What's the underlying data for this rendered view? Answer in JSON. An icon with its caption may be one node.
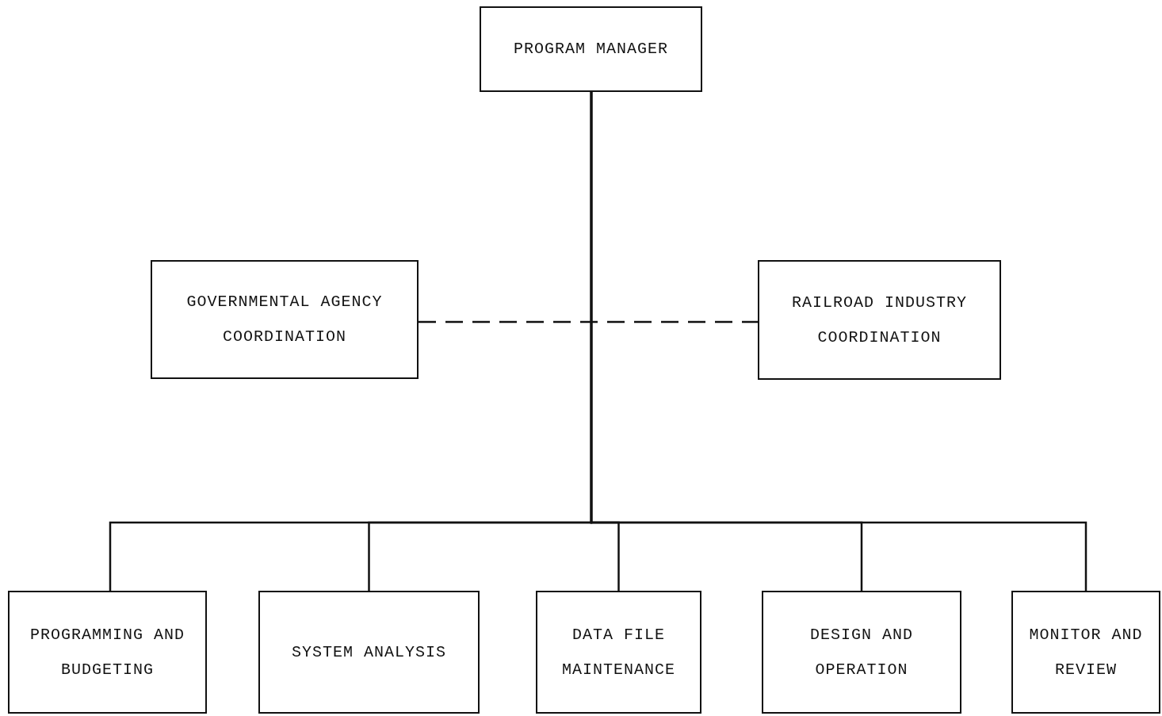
{
  "diagram": {
    "nodes": [
      {
        "text": [
          "PROGRAM MANAGER"
        ]
      },
      {
        "text": [
          "GOVERNMENTAL AGENCY COORDINATION"
        ]
      },
      {
        "text": [
          "RAILROAD INDUSTRY COORDINATION"
        ]
      },
      {
        "text": [
          "PROGRAMMING AND BUDGETING"
        ]
      },
      {
        "text": [
          "SYSTEM ANALYSIS"
        ]
      },
      {
        "text": [
          "DATA FILE MAINTENANCE"
        ]
      },
      {
        "text": [
          "DESIGN AND OPERATION"
        ]
      },
      {
        "text": [
          "MONITOR AND REVIEW"
        ]
      }
    ],
    "edges": [
      {
        "from": 0,
        "to": 3,
        "arrow": "none"
      },
      {
        "from": 0,
        "to": 4,
        "arrow": "none"
      },
      {
        "from": 0,
        "to": 5,
        "arrow": "none"
      },
      {
        "from": 0,
        "to": 6,
        "arrow": "none"
      },
      {
        "from": 0,
        "to": 7,
        "arrow": "none"
      },
      {
        "from": 1,
        "to": 2,
        "arrow": "none",
        "style": "dashed"
      }
    ]
  }
}
